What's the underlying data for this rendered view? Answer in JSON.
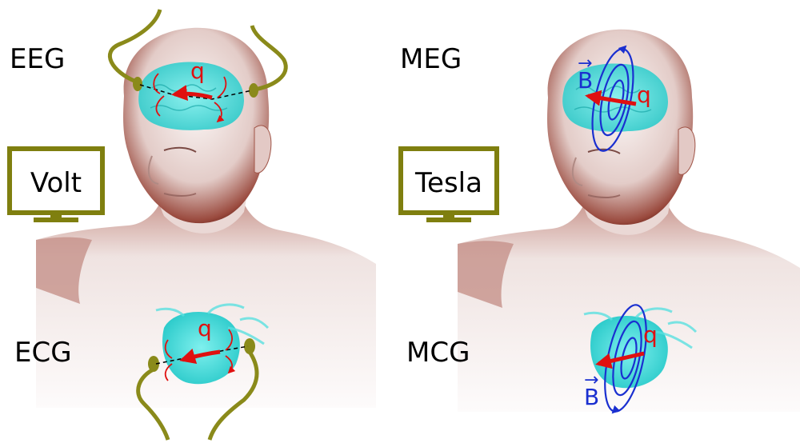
{
  "labels": {
    "eeg": "EEG",
    "meg": "MEG",
    "ecg": "ECG",
    "mcg": "MCG"
  },
  "monitors": {
    "left": "Volt",
    "right": "Tesla"
  },
  "symbols": {
    "dipole": "q",
    "field": "B",
    "vector_arrow": "→"
  },
  "colors": {
    "skin_light": "#f4ecea",
    "skin_dark": "#7a2a20",
    "organ": "#35d9d9",
    "current": "#e01010",
    "field": "#1a2fd0",
    "electrode": "#8a8a1a",
    "monitor": "#7f7f0f"
  }
}
